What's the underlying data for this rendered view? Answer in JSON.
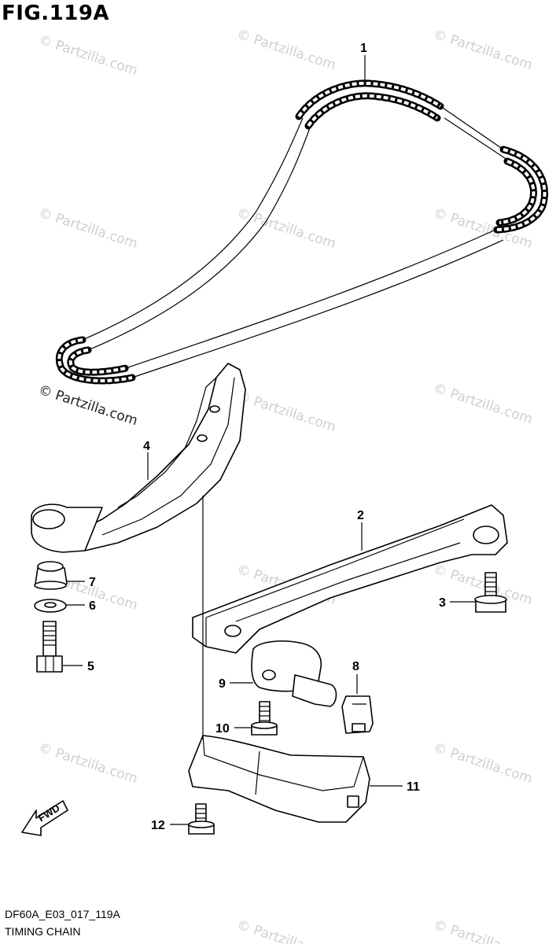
{
  "figure": {
    "title": "FIG.119A",
    "code": "DF60A_E03_017_119A",
    "name": "TIMING CHAIN"
  },
  "watermark": {
    "text": "© Partzilla.com",
    "main_text": "© Partzilla.com"
  },
  "callouts": [
    {
      "id": "1",
      "label": "1"
    },
    {
      "id": "2",
      "label": "2"
    },
    {
      "id": "3",
      "label": "3"
    },
    {
      "id": "4",
      "label": "4"
    },
    {
      "id": "5",
      "label": "5"
    },
    {
      "id": "6",
      "label": "6"
    },
    {
      "id": "7",
      "label": "7"
    },
    {
      "id": "8",
      "label": "8"
    },
    {
      "id": "9",
      "label": "9"
    },
    {
      "id": "10",
      "label": "10"
    },
    {
      "id": "11",
      "label": "11"
    },
    {
      "id": "12",
      "label": "12"
    }
  ],
  "fwd_arrow": {
    "label": "FWD"
  }
}
